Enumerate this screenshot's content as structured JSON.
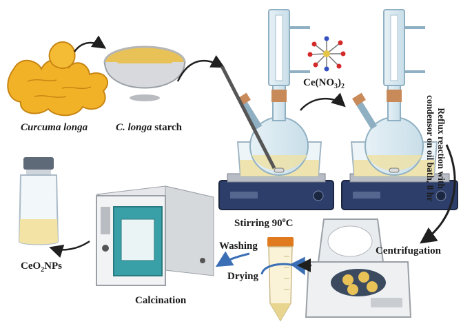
{
  "labels": {
    "curcuma_longa": "Curcuma longa",
    "c_longa": "C. longa",
    "starch": " starch",
    "ce_formula_base": "Ce(NO",
    "ce_formula_sub1": "3",
    "ce_formula_close": ")",
    "ce_formula_sub2": "2",
    "reflux_line1": "Reflux reaction with",
    "reflux_line2": "condensor on oil bath, 8 hr",
    "stirring_text": "Stirring 90",
    "stirring_sup": "o",
    "stirring_unit": "C",
    "centrifugation": "Centrifugation",
    "washing": "Washing",
    "drying": "Drying",
    "calcination": "Calcination",
    "ceo2_pre": "CeO",
    "ceo2_sub": "2",
    "ceo2_post": "NPs"
  },
  "colors": {
    "turmeric": "#f2b228",
    "powder": "#e8c257",
    "liquid": "#efe1a2",
    "condenser": "#cfe4f0",
    "stopper": "#c98a5a",
    "stirrer_base": "#2d3e6a",
    "oven_door": "#3aa0a8",
    "tube_cap": "#e07a1f",
    "arrow": "#1f1f1f",
    "cycle_arrow": "#3b6fb5",
    "label_text": "#1b1b1b"
  }
}
